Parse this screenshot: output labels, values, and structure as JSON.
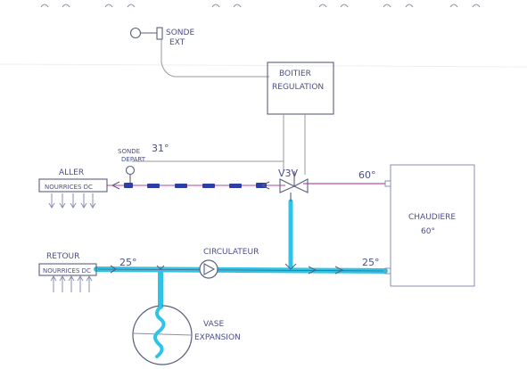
{
  "labels": {
    "sonde_ext": [
      "SONDE",
      "EXT"
    ],
    "boitier": [
      "BOITIER",
      "REGULATION"
    ],
    "sonde_depart": [
      "SONDE",
      "DEPART"
    ],
    "temp_depart": "31°",
    "aller": "ALLER",
    "nourrices_dc_aller": "NOURRICES DC",
    "v3v": "V3V",
    "temp_chaudiere_out": "60°",
    "chaudiere": [
      "CHAUDIERE",
      "60°"
    ],
    "retour": "RETOUR",
    "nourrices_dc_retour": "NOURRICES DC",
    "temp_retour": "25°",
    "circulateur": "CIRCULATEUR",
    "temp_chaudiere_in": "25°",
    "vase": [
      "VASE",
      "EXPANSION"
    ]
  },
  "colors": {
    "return_pipe": "#2fc4e6",
    "supply_pipe_dash": "#2c3fa8",
    "supply_line": "#c46ab8",
    "ink": "#4a4f86"
  }
}
